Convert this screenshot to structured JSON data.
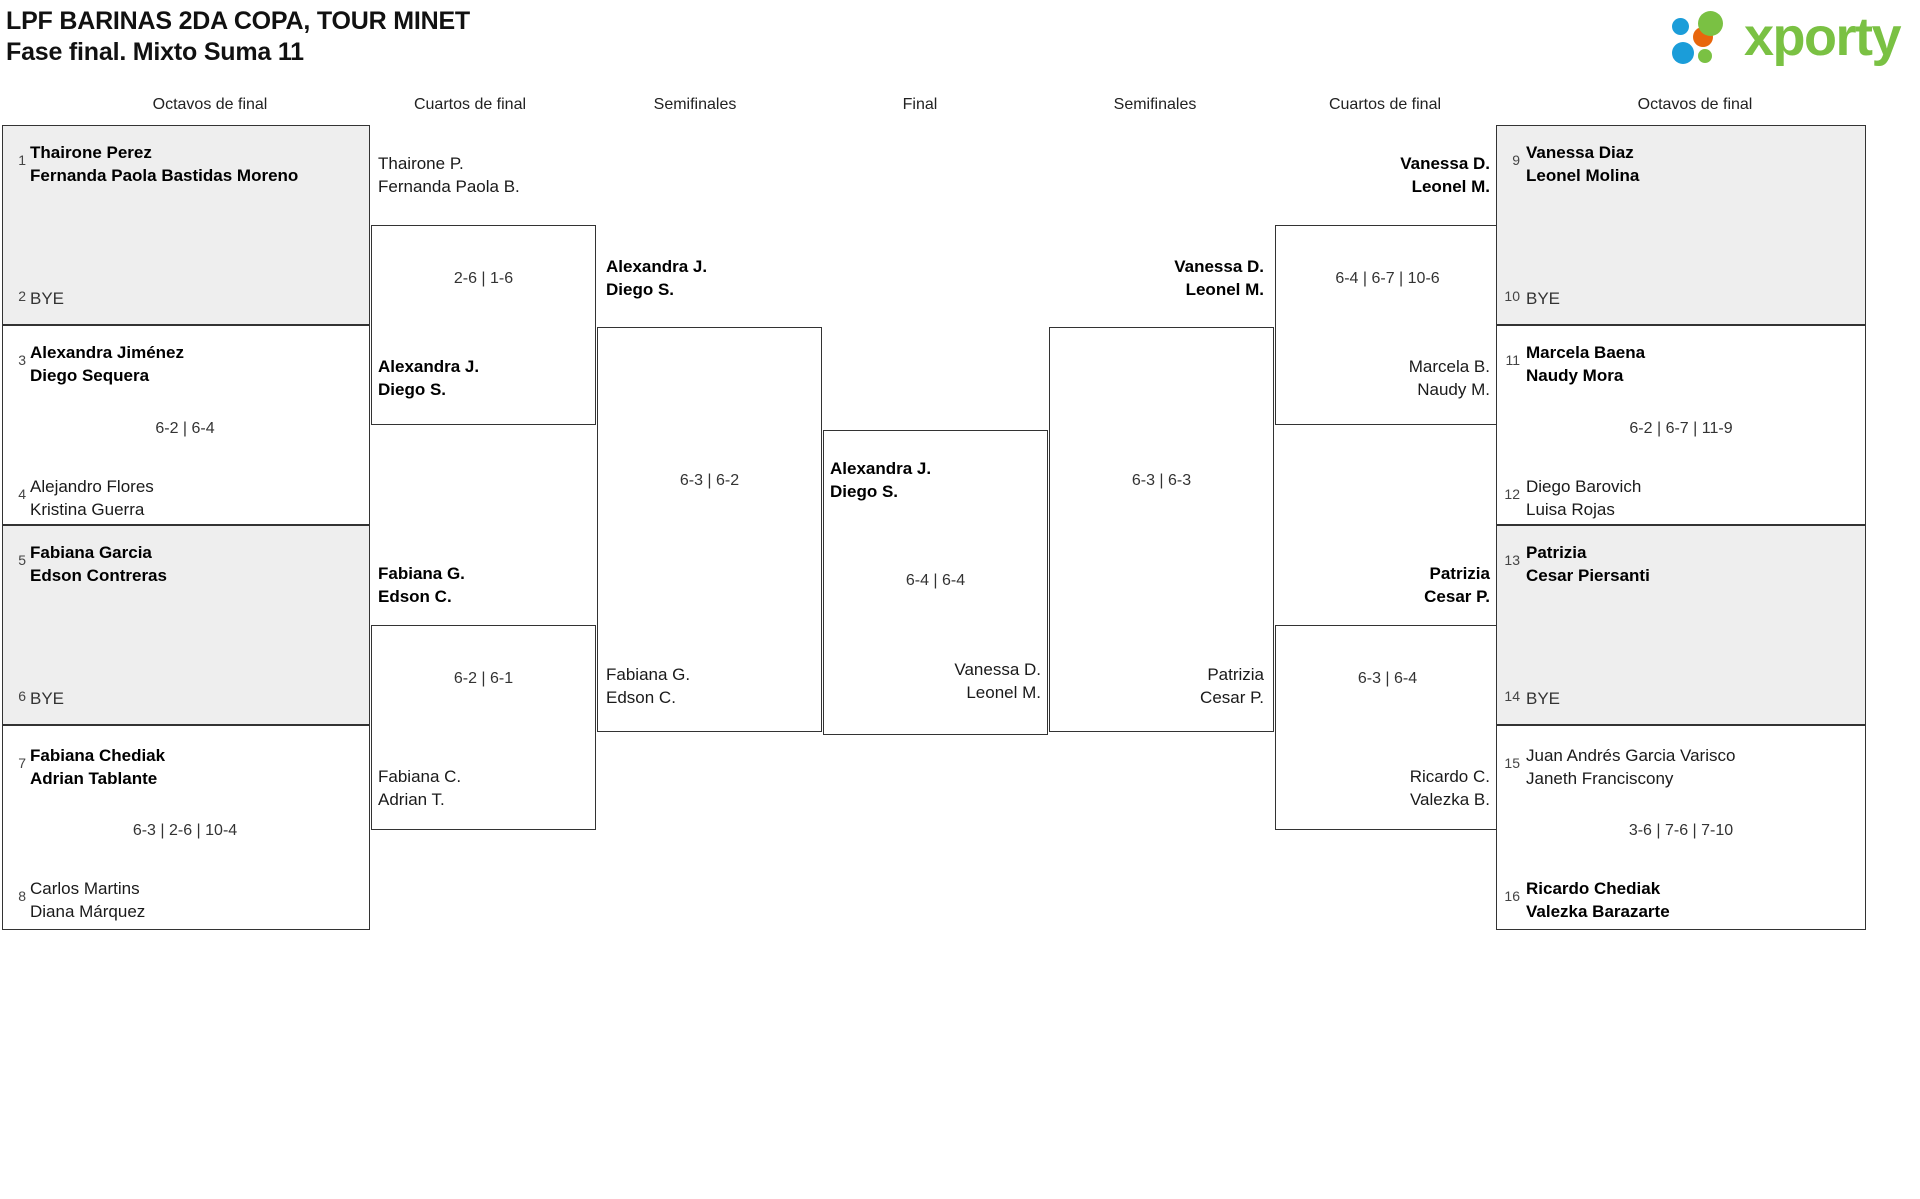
{
  "header": {
    "title_line_1": "LPF BARINAS 2DA COPA, TOUR MINET",
    "title_line_2": "Fase final. Mixto Suma 11",
    "logo_word": "xporty",
    "logo_colors": {
      "green": "#7ac143",
      "blue": "#1b9dd9",
      "orange": "#e8660c"
    }
  },
  "round_headers": [
    {
      "label": "Octavos de final"
    },
    {
      "label": "Cuartos de final"
    },
    {
      "label": "Semifinales"
    },
    {
      "label": "Final"
    },
    {
      "label": "Semifinales"
    },
    {
      "label": "Cuartos de final"
    },
    {
      "label": "Octavos de final"
    }
  ],
  "left": {
    "r16": [
      {
        "seed": "1",
        "p1": "Thairone Perez",
        "p2": "Fernanda Paola Bastidas Moreno",
        "winner": true,
        "shaded": true
      },
      {
        "seed": "2",
        "p1": "BYE",
        "p2": "",
        "winner": false,
        "shaded": true,
        "bye": true
      },
      {
        "seed": "3",
        "p1": "Alexandra Jiménez",
        "p2": "Diego Sequera",
        "winner": true,
        "shaded": false
      },
      {
        "seed": "4",
        "p1": "Alejandro Flores",
        "p2": "Kristina Guerra",
        "winner": false,
        "shaded": false
      },
      {
        "seed": "5",
        "p1": "Fabiana Garcia",
        "p2": "Edson Contreras",
        "winner": true,
        "shaded": true
      },
      {
        "seed": "6",
        "p1": "BYE",
        "p2": "",
        "winner": false,
        "shaded": true,
        "bye": true
      },
      {
        "seed": "7",
        "p1": "Fabiana Chediak",
        "p2": "Adrian Tablante",
        "winner": true,
        "shaded": false
      },
      {
        "seed": "8",
        "p1": "Carlos Martins",
        "p2": "Diana Márquez",
        "winner": false,
        "shaded": false
      }
    ],
    "r16_scores": [
      {
        "score": ""
      },
      {
        "score": "6-2 | 6-4"
      },
      {
        "score": ""
      },
      {
        "score": "6-3 | 2-6 | 10-4"
      }
    ],
    "qf": [
      {
        "p1": "Thairone P.",
        "p2": "Fernanda Paola B.",
        "winner": false
      },
      {
        "p1": "Alexandra J.",
        "p2": "Diego S.",
        "winner": true
      },
      {
        "p1": "Fabiana G.",
        "p2": "Edson C.",
        "winner": true
      },
      {
        "p1": "Fabiana C.",
        "p2": "Adrian T.",
        "winner": false
      }
    ],
    "qf_scores": [
      {
        "score": "2-6 | 1-6"
      },
      {
        "score": "6-2 | 6-1"
      }
    ],
    "sf": [
      {
        "p1": "Alexandra J.",
        "p2": "Diego S.",
        "winner": true
      },
      {
        "p1": "Fabiana G.",
        "p2": "Edson C.",
        "winner": false
      }
    ],
    "sf_scores": [
      {
        "score": "6-3 | 6-2"
      }
    ]
  },
  "final": {
    "top": {
      "p1": "Alexandra J.",
      "p2": "Diego S.",
      "winner": true
    },
    "bottom": {
      "p1": "Vanessa D.",
      "p2": "Leonel M.",
      "winner": false
    },
    "score": "6-4 | 6-4"
  },
  "right": {
    "sf": [
      {
        "p1": "Vanessa D.",
        "p2": "Leonel M.",
        "winner": true
      },
      {
        "p1": "Patrizia",
        "p2": "Cesar P.",
        "winner": false
      }
    ],
    "sf_scores": [
      {
        "score": "6-3 | 6-3"
      }
    ],
    "qf": [
      {
        "p1": "Vanessa D.",
        "p2": "Leonel M.",
        "winner": true
      },
      {
        "p1": "Marcela B.",
        "p2": "Naudy M.",
        "winner": false
      },
      {
        "p1": "Patrizia",
        "p2": "Cesar P.",
        "winner": true
      },
      {
        "p1": "Ricardo C.",
        "p2": "Valezka B.",
        "winner": false
      }
    ],
    "qf_scores": [
      {
        "score": "6-4 | 6-7 | 10-6"
      },
      {
        "score": "6-3 | 6-4"
      }
    ],
    "r16": [
      {
        "seed": "9",
        "p1": "Vanessa Diaz",
        "p2": "Leonel Molina",
        "winner": true,
        "shaded": true
      },
      {
        "seed": "10",
        "p1": "BYE",
        "p2": "",
        "winner": false,
        "shaded": true,
        "bye": true
      },
      {
        "seed": "11",
        "p1": "Marcela Baena",
        "p2": "Naudy Mora",
        "winner": true,
        "shaded": false
      },
      {
        "seed": "12",
        "p1": "Diego Barovich",
        "p2": "Luisa Rojas",
        "winner": false,
        "shaded": false
      },
      {
        "seed": "13",
        "p1": "Patrizia",
        "p2": "Cesar Piersanti",
        "winner": true,
        "shaded": true
      },
      {
        "seed": "14",
        "p1": "BYE",
        "p2": "",
        "winner": false,
        "shaded": true,
        "bye": true
      },
      {
        "seed": "15",
        "p1": "Juan Andrés Garcia Varisco",
        "p2": "Janeth Franciscony",
        "winner": false,
        "shaded": false
      },
      {
        "seed": "16",
        "p1": "Ricardo Chediak",
        "p2": "Valezka Barazarte",
        "winner": true,
        "shaded": false
      }
    ],
    "r16_scores": [
      {
        "score": ""
      },
      {
        "score": "6-2 | 6-7 | 11-9"
      },
      {
        "score": ""
      },
      {
        "score": "3-6 | 7-6 | 7-10"
      }
    ]
  }
}
